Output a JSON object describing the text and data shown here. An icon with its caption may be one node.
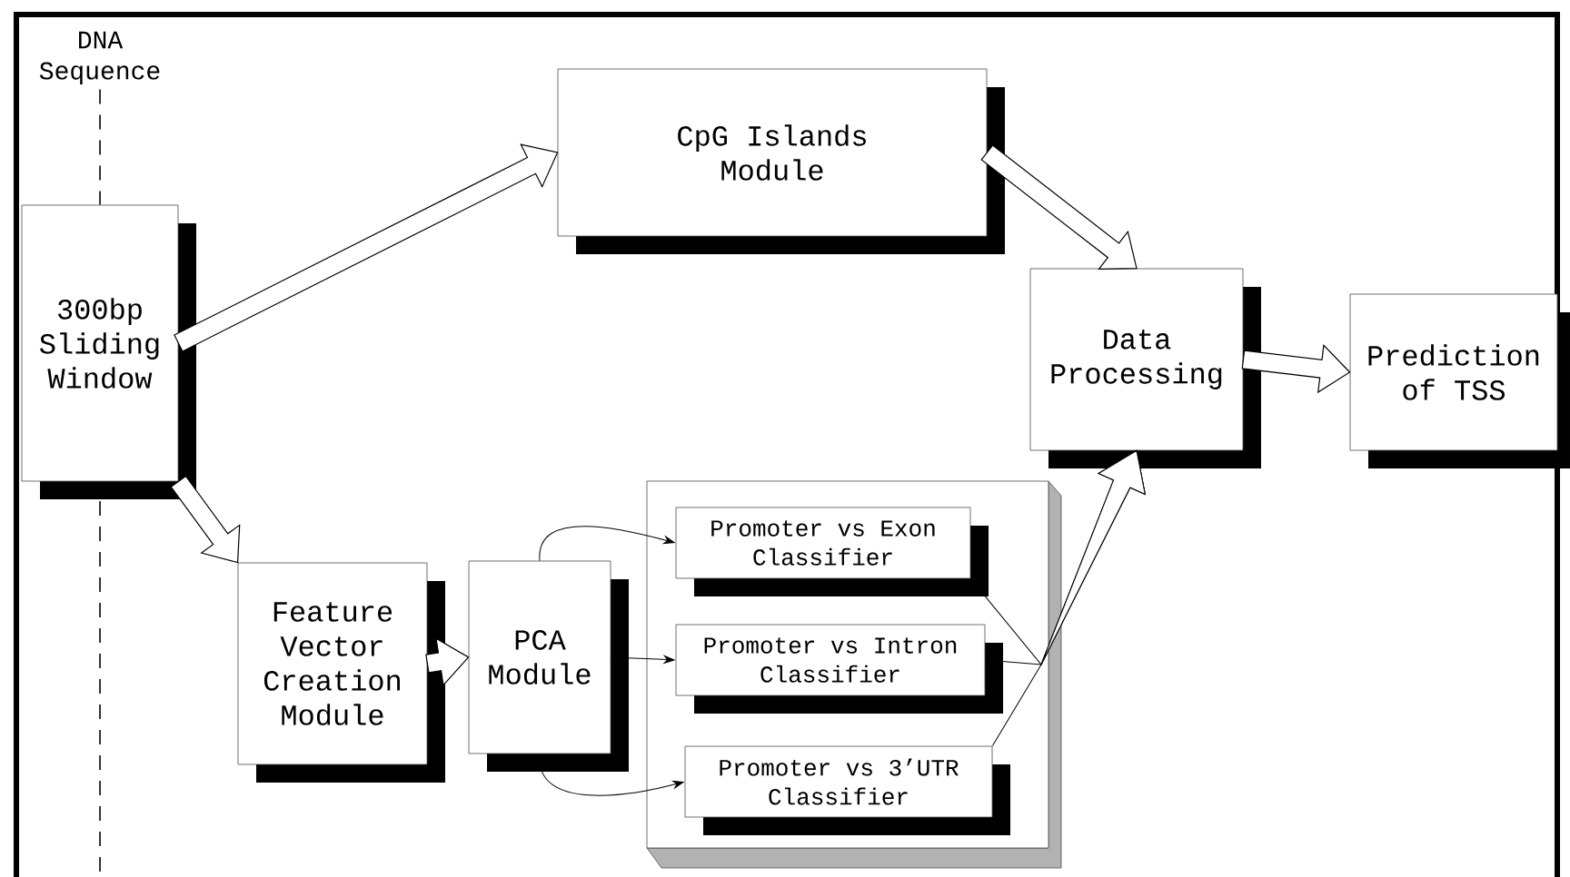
{
  "diagram": {
    "nodes": [
      {
        "text": [
          "DNA Sequence"
        ]
      },
      {
        "text": [
          "300bp Sliding Window"
        ]
      },
      {
        "text": [
          "CpG Islands Module"
        ]
      },
      {
        "text": [
          "Data Processing"
        ]
      },
      {
        "text": [
          "Prediction of TSS"
        ]
      },
      {
        "text": [
          "Feature Vector Creation Module"
        ]
      },
      {
        "text": [
          "PCA Module"
        ]
      },
      {
        "text": [],
        "shape": "box"
      },
      {
        "text": [
          "Promoter vs Exon Classifier"
        ],
        "in": 7
      },
      {
        "text": [
          "Promoter vs Intron Classifier"
        ],
        "in": 7
      },
      {
        "text": [
          "Promoter vs 3’UTR Classifier"
        ],
        "in": 7
      }
    ],
    "edges": [
      {
        "from": 0,
        "to": 1,
        "arrow": "none",
        "style": "dashed"
      },
      {
        "from": 1,
        "to": 2,
        "arrow": "to"
      },
      {
        "from": 1,
        "to": 5,
        "arrow": "to"
      },
      {
        "from": 2,
        "to": 3,
        "arrow": "to"
      },
      {
        "from": 3,
        "to": 4,
        "arrow": "to"
      },
      {
        "from": 5,
        "to": 6,
        "arrow": "to"
      },
      {
        "from": 6,
        "to": 8,
        "arrow": "to"
      },
      {
        "from": 6,
        "to": 9,
        "arrow": "to"
      },
      {
        "from": 6,
        "to": 10,
        "arrow": "to"
      },
      {
        "from": 8,
        "to": 3,
        "arrow": "to"
      },
      {
        "from": 9,
        "to": 3,
        "arrow": "to"
      },
      {
        "from": 10,
        "to": 3,
        "arrow": "to"
      }
    ]
  }
}
